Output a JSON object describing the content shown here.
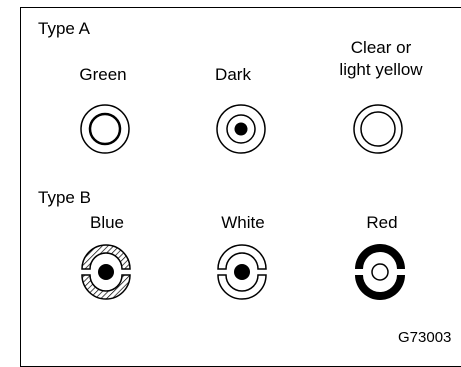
{
  "type_a": {
    "heading": "Type A",
    "labels": [
      "Green",
      "Dark",
      "Clear or",
      "light yellow"
    ]
  },
  "type_b": {
    "heading": "Type B",
    "labels": [
      "Blue",
      "White",
      "Red"
    ]
  },
  "figure_code": "G73003"
}
